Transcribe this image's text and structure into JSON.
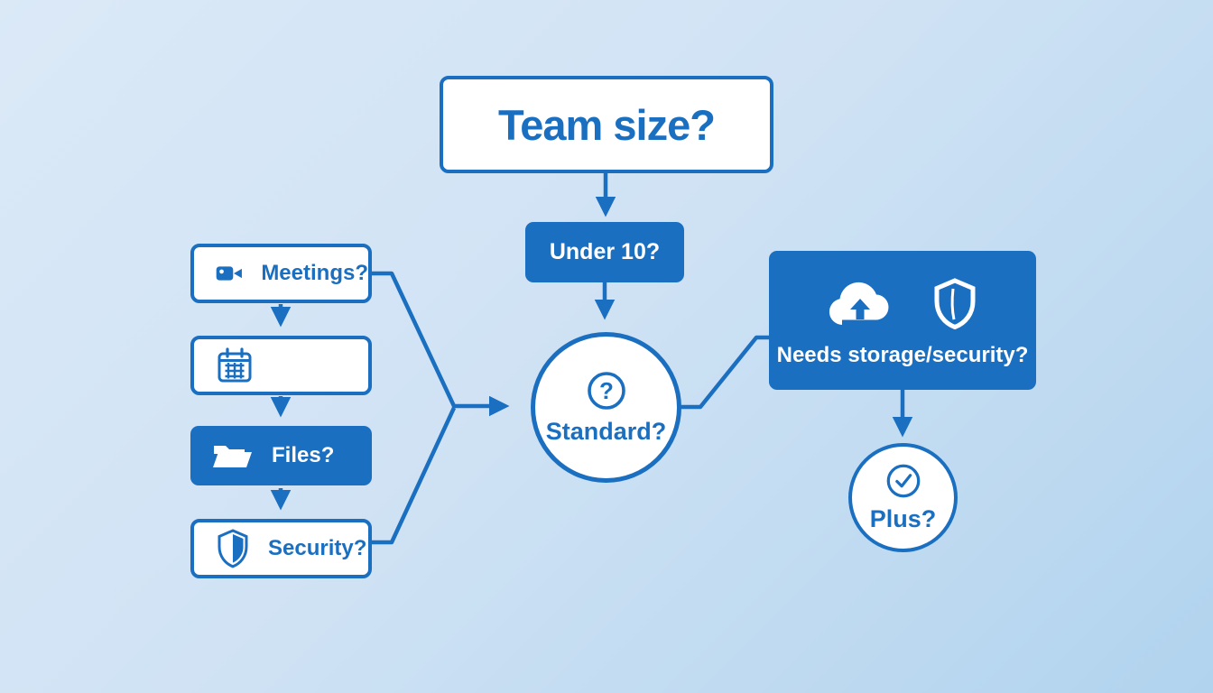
{
  "colors": {
    "primary": "#1b6fc0",
    "bg_start": "#dbe9f7",
    "bg_mid": "#cfe2f4",
    "bg_end": "#b1d3ee",
    "white": "#ffffff"
  },
  "nodes": {
    "team_size": {
      "label": "Team size?"
    },
    "under_10": {
      "label": "Under 10?"
    },
    "standard": {
      "label": "Standard?",
      "icon": "question-circle-icon"
    },
    "plus": {
      "label": "Plus?",
      "icon": "check-circle-icon"
    },
    "needs_storage": {
      "label": "Needs storage/security?",
      "icons": [
        "cloud-upload-icon",
        "shield-outline-icon"
      ]
    },
    "features": [
      {
        "label": "Meetings?",
        "icon": "video-camera-icon",
        "style": "outline"
      },
      {
        "label": "",
        "icon": "calendar-icon",
        "style": "outline"
      },
      {
        "label": "Files?",
        "icon": "folder-icon",
        "style": "filled"
      },
      {
        "label": "Security?",
        "icon": "shield-half-icon",
        "style": "outline"
      }
    ]
  }
}
